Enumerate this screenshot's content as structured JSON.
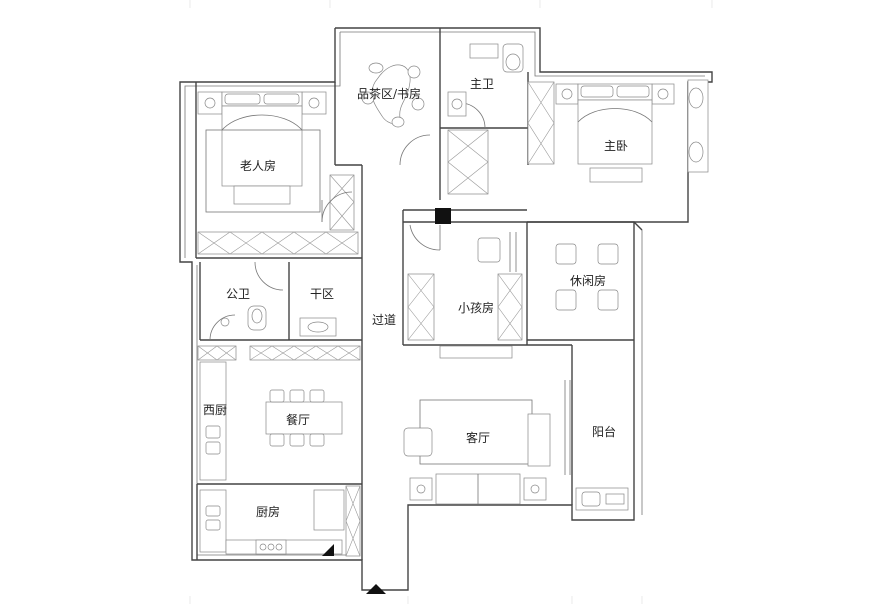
{
  "rooms": {
    "tea_study": "品茶区/书房",
    "master_bath": "主卫",
    "elder_room": "老人房",
    "master_bedroom": "主卧",
    "public_bath": "公卫",
    "dry_area": "干区",
    "corridor": "过道",
    "kids_room": "小孩房",
    "lounge": "休闲房",
    "western_kitchen": "西厨",
    "dining": "餐厅",
    "living": "客厅",
    "balcony": "阳台",
    "kitchen": "厨房"
  },
  "icons": {
    "entrance": "entrance-arrow-icon"
  },
  "colors": {
    "wall": "#444444",
    "line": "#888888",
    "background": "#ffffff"
  }
}
